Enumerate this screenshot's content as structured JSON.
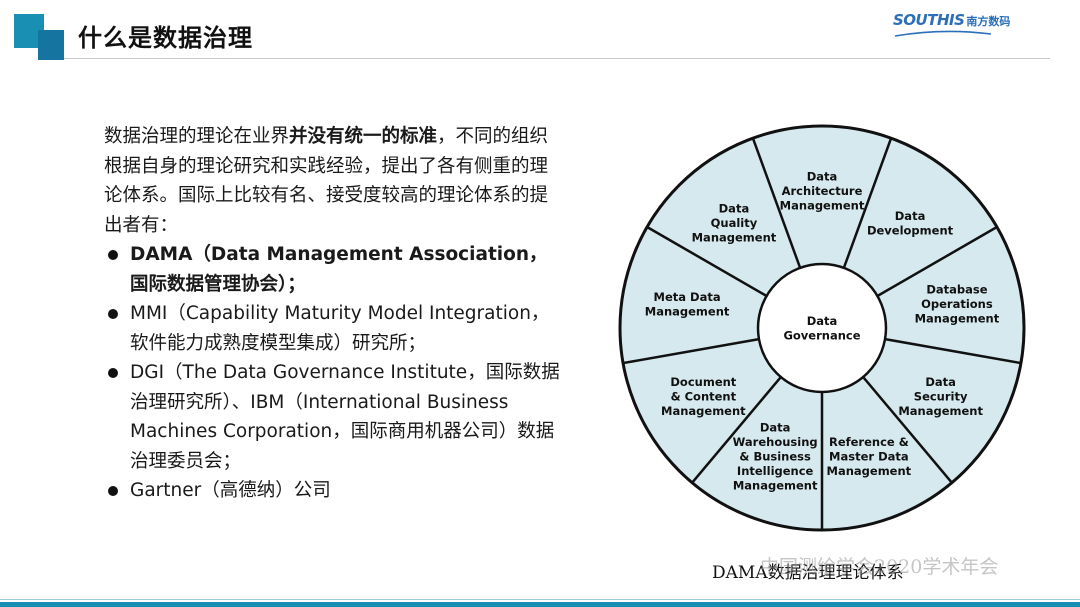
{
  "header": {
    "title": "什么是数据治理",
    "logo_en": "SOUTHIS",
    "logo_cn": "南方数码"
  },
  "intro": {
    "part1": "数据治理的理论在业界",
    "bold": "并没有统一的标准",
    "part2": "，不同的组织根据自身的理论研究和实践经验，提出了各有侧重的理论体系。国际上比较有名、接受度较高的理论体系的提出者有："
  },
  "bullets": [
    {
      "text": "DAMA（Data Management Association，国际数据管理协会）；",
      "bold": true
    },
    {
      "text": "MMI（Capability Maturity Model Integration，软件能力成熟度模型集成）研究所；",
      "bold": false
    },
    {
      "text": "DGI（The Data Governance Institute，国际数据治理研究所）、IBM（International Business Machines Corporation，国际商用机器公司）数据治理委员会；",
      "bold": false
    },
    {
      "text": "Gartner（高德纳）公司",
      "bold": false
    }
  ],
  "wheel": {
    "center": [
      "Data",
      "Governance"
    ],
    "segments": [
      [
        "Data",
        "Architecture",
        "Management"
      ],
      [
        "Data",
        "Development"
      ],
      [
        "Database",
        "Operations",
        "Management"
      ],
      [
        "Data",
        "Security",
        "Management"
      ],
      [
        "Reference &",
        "Master Data",
        "Management"
      ],
      [
        "Data",
        "Warehousing",
        "& Business",
        "Intelligence",
        "Management"
      ],
      [
        "Document",
        "& Content",
        "Management"
      ],
      [
        "Meta Data",
        "Management"
      ],
      [
        "Data",
        "Quality",
        "Management"
      ]
    ],
    "colors": {
      "fill": "#d6e9ee",
      "stroke": "#111111",
      "center_fill": "#ffffff"
    }
  },
  "caption": "DAMA数据治理理论体系",
  "watermark": "中国测绘学会2020学术年会",
  "colors": {
    "accent": "#1a8fb4",
    "logo": "#2b6fb8"
  }
}
